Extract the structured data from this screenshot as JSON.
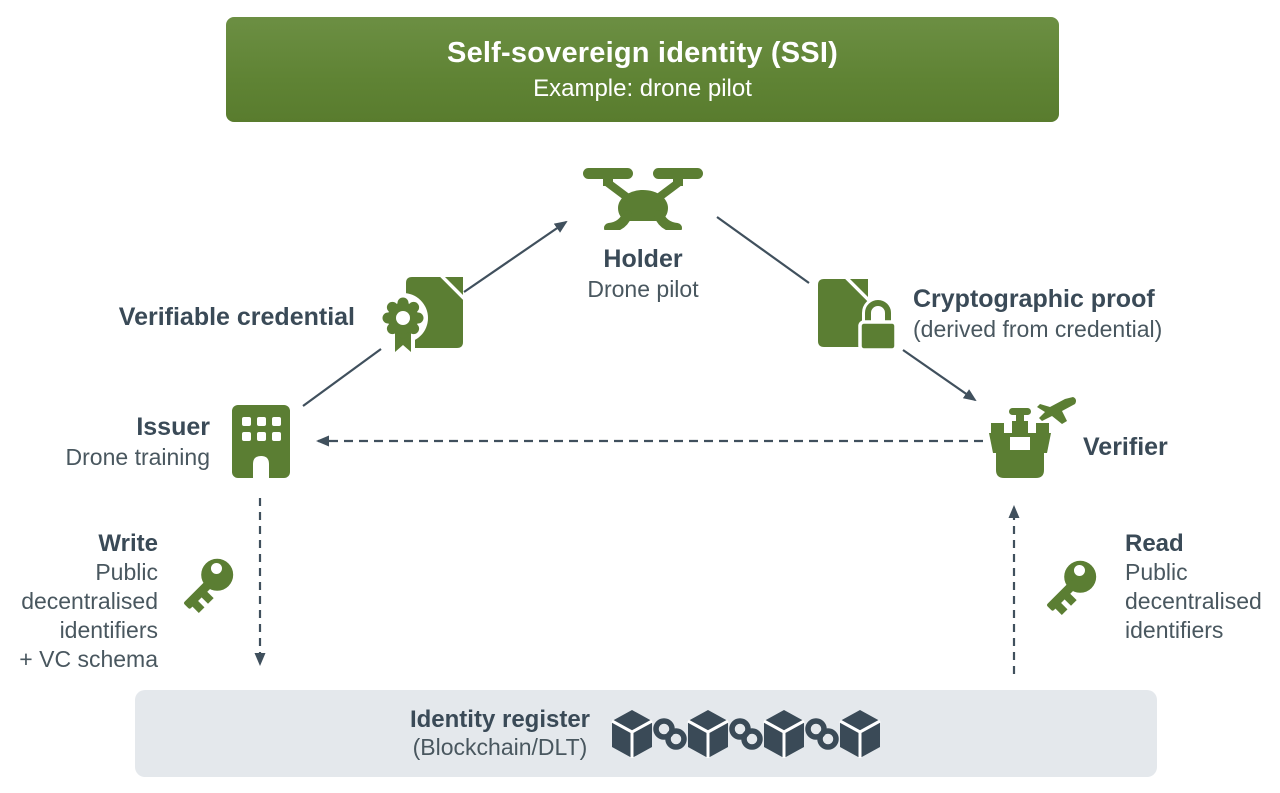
{
  "colors": {
    "accent_green": "#5b7e33",
    "banner_green": "#638739",
    "slate_dark": "#3a4a57",
    "slate_text": "#49575f",
    "register_bg": "#e4e8ec"
  },
  "banner": {
    "title": "Self-sovereign identity (SSI)",
    "subtitle": "Example: drone pilot"
  },
  "holder": {
    "title": "Holder",
    "subtitle": "Drone pilot"
  },
  "credential": {
    "label": "Verifiable credential"
  },
  "proof": {
    "title": "Cryptographic proof",
    "subtitle": "(derived from credential)"
  },
  "issuer": {
    "title": "Issuer",
    "subtitle": "Drone training"
  },
  "verifier": {
    "title": "Verifier"
  },
  "write": {
    "title": "Write",
    "lines": [
      "Public",
      "decentralised",
      "identifiers",
      "+ VC schema"
    ]
  },
  "read": {
    "title": "Read",
    "lines": [
      "Public",
      "decentralised",
      "identifiers"
    ]
  },
  "register": {
    "title": "Identity register",
    "subtitle": "(Blockchain/DLT)"
  }
}
